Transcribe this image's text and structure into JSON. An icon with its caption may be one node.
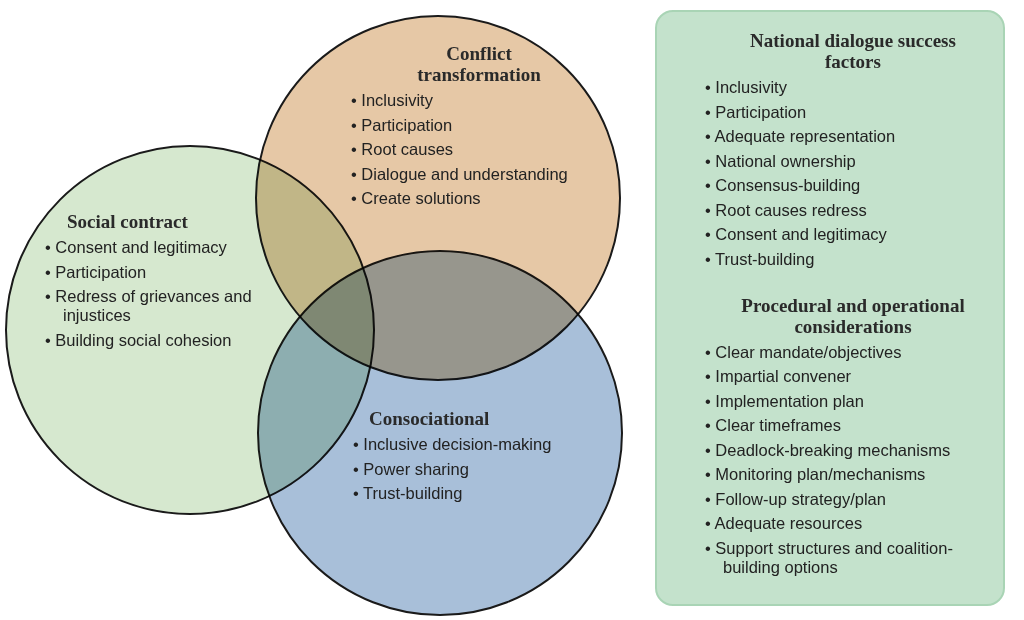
{
  "diagram": {
    "nodes": [
      {
        "text": [
          "Conflict transformation",
          "• Inclusivity",
          "• Participation",
          "• Root causes",
          "• Dialogue and understanding",
          "• Create solutions"
        ]
      },
      {
        "text": [
          "Social contract",
          "• Consent and legitimacy",
          "• Participation",
          "• Redress of grievances and injustices",
          "• Building social cohesion"
        ]
      },
      {
        "text": [
          "Consociational",
          "• Inclusive decision-making",
          "• Power sharing",
          "• Trust-building"
        ]
      },
      {
        "text": [
          "National dialogue success factors",
          "• Inclusivity",
          "• Participation",
          "• Adequate representation",
          "• National ownership",
          "• Consensus-building",
          "• Root causes redress",
          "• Consent and legitimacy",
          "• Trust-building",
          "Procedural and operational considerations",
          "• Clear mandate/objectives",
          "• Impartial convener",
          "• Implementation plan",
          "• Clear timeframes",
          "• Deadlock-breaking mechanisms",
          "• Monitoring plan/mechanisms",
          "• Follow-up strategy/plan",
          "• Adequate resources",
          "• Support structures and coalition-building options"
        ]
      }
    ]
  }
}
